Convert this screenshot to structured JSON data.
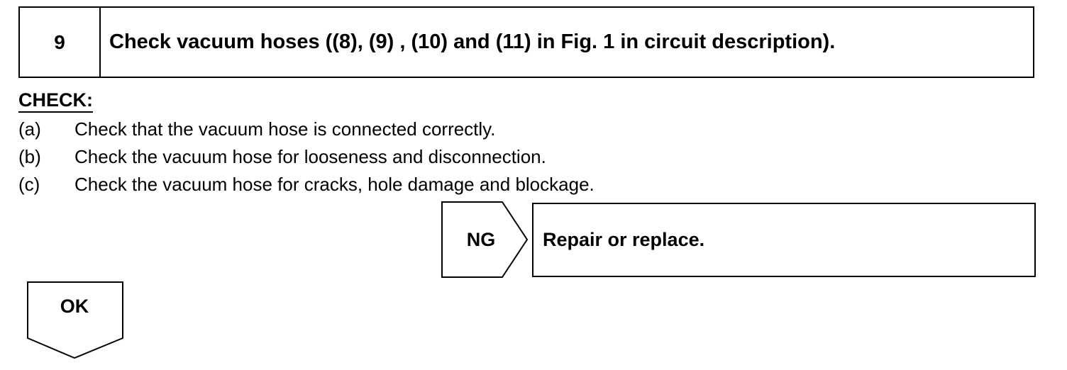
{
  "step": {
    "number": "9",
    "title": "Check vacuum hoses ((8), (9) , (10) and (11) in Fig. 1 in circuit description)."
  },
  "check": {
    "heading": "CHECK:",
    "items": [
      {
        "marker": "(a)",
        "text": "Check that the vacuum hose is connected correctly."
      },
      {
        "marker": "(b)",
        "text": "Check the vacuum hose for looseness and disconnection."
      },
      {
        "marker": "(c)",
        "text": "Check the vacuum hose for cracks, hole damage and blockage."
      }
    ]
  },
  "results": {
    "ng": {
      "label": "NG",
      "action": "Repair or replace."
    },
    "ok": {
      "label": "OK"
    }
  },
  "colors": {
    "ink": "#000000",
    "paper": "#ffffff"
  }
}
